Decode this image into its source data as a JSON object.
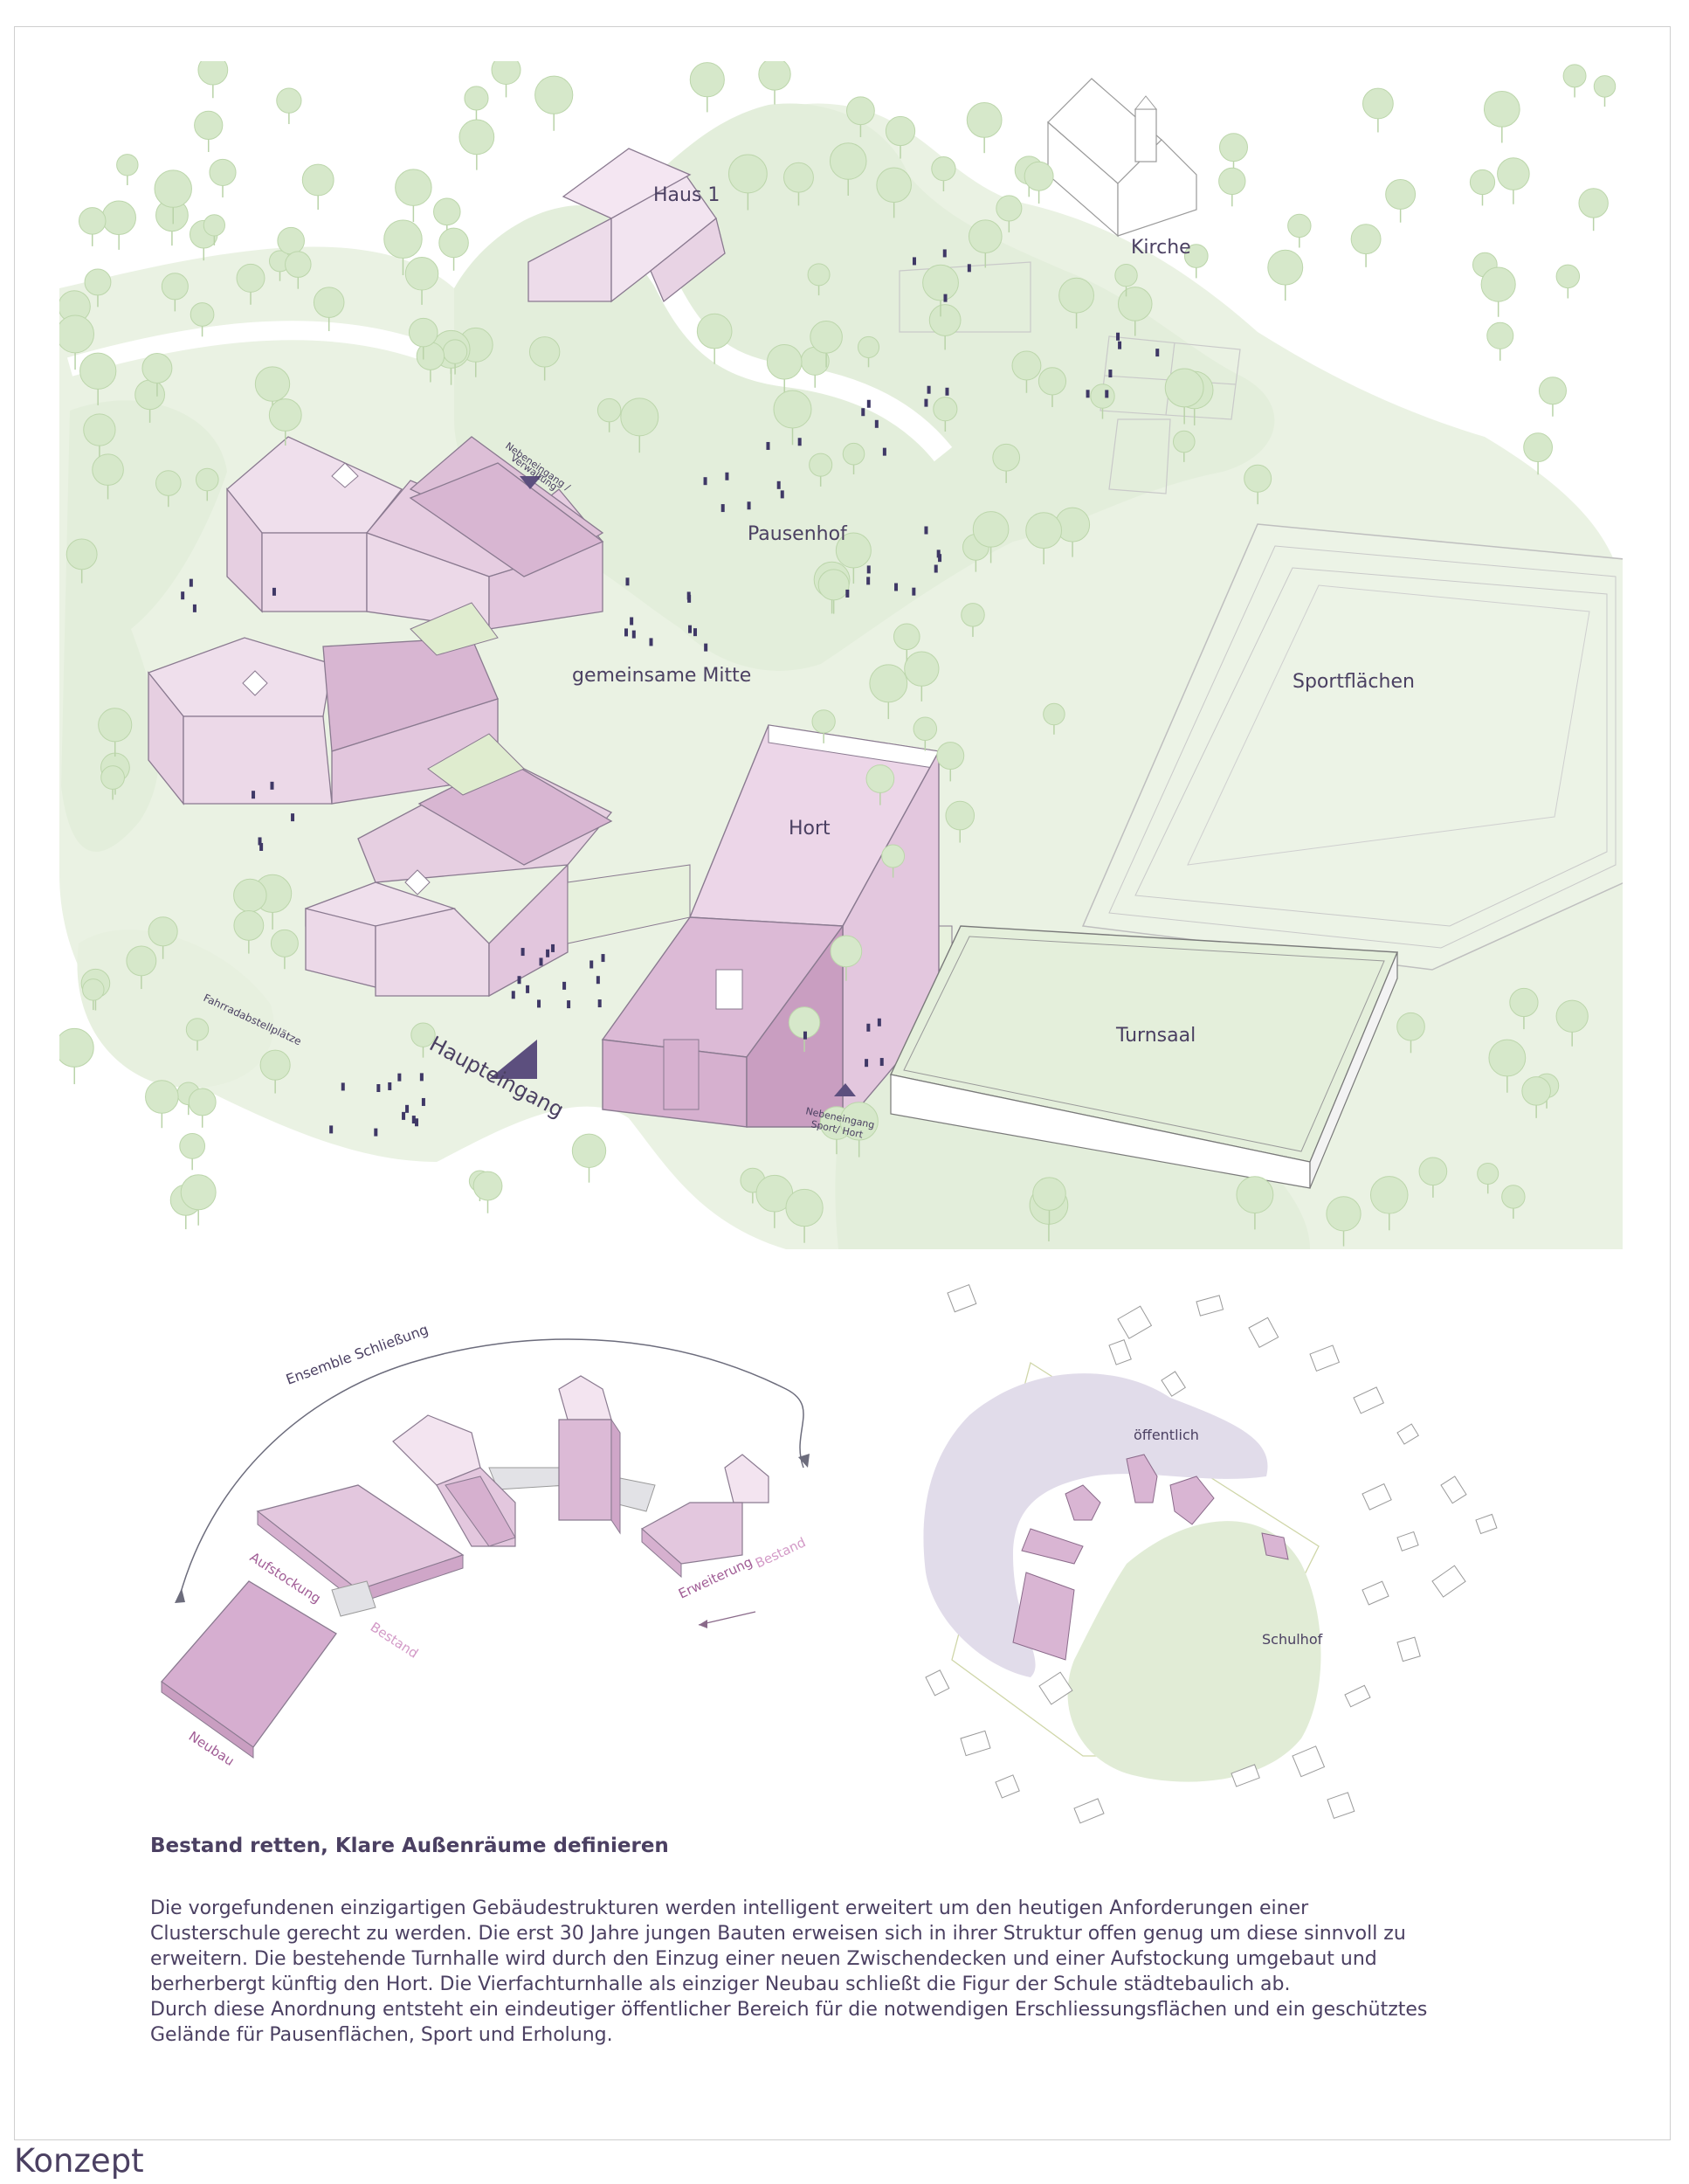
{
  "colors": {
    "green_light": "#e6f0dd",
    "green_tree": "#cfe4c0",
    "pink_light": "#ecd9ea",
    "pink_mid": "#d9b5d3",
    "pink_dark": "#c79cbf",
    "text": "#4b4062",
    "violet_zone": "#e1dcea"
  },
  "site_plan": {
    "labels": {
      "haus1": "Haus 1",
      "kirche": "Kirche",
      "pausenhof": "Pausenhof",
      "gemeinsame_mitte": "gemeinsame Mitte",
      "sportflaechen": "Sportflächen",
      "hort": "Hort",
      "turnsaal": "Turnsaal",
      "haupteingang": "Haupteingang",
      "nebeneingang_verwaltung_1": "Nebeneingang /",
      "nebeneingang_verwaltung_2": "Verwaltung",
      "nebeneingang_sport_1": "Nebeneingang",
      "nebeneingang_sport_2": "Sport/ Hort",
      "fahrradabstellplaetze": "Fahrradabstellplätze"
    }
  },
  "diagram_ensemble": {
    "arc_label": "Ensemble Schließung",
    "aufstockung": "Aufstockung",
    "bestand_left": "Bestand",
    "neubau": "Neubau",
    "erweiterung": "Erweiterung",
    "bestand_right": "Bestand"
  },
  "diagram_site": {
    "oeffentlich": "öffentlich",
    "schulhof": "Schulhof"
  },
  "text": {
    "heading": "Bestand retten, Klare Außenräume definieren",
    "paragraph_lines": [
      "Die vorgefundenen einzigartigen Gebäudestrukturen werden intelligent erweitert um den heutigen Anforderungen einer",
      "Clusterschule gerecht zu werden. Die erst 30 Jahre jungen Bauten erweisen sich in ihrer Struktur offen genug um diese sinnvoll zu",
      "erweitern. Die bestehende Turnhalle wird durch den Einzug einer neuen Zwischendecken und einer Aufstockung umgebaut und",
      "berherbergt künftig den Hort. Die Vierfachturnhalle als einziger Neubau schließt die Figur der Schule städtebaulich ab.",
      "Durch diese Anordnung entsteht ein eindeutiger öffentlicher Bereich für die notwendigen Erschliessungsflächen und ein geschütztes",
      "Gelände für Pausenflächen, Sport und Erholung."
    ]
  },
  "footer": "Konzept"
}
